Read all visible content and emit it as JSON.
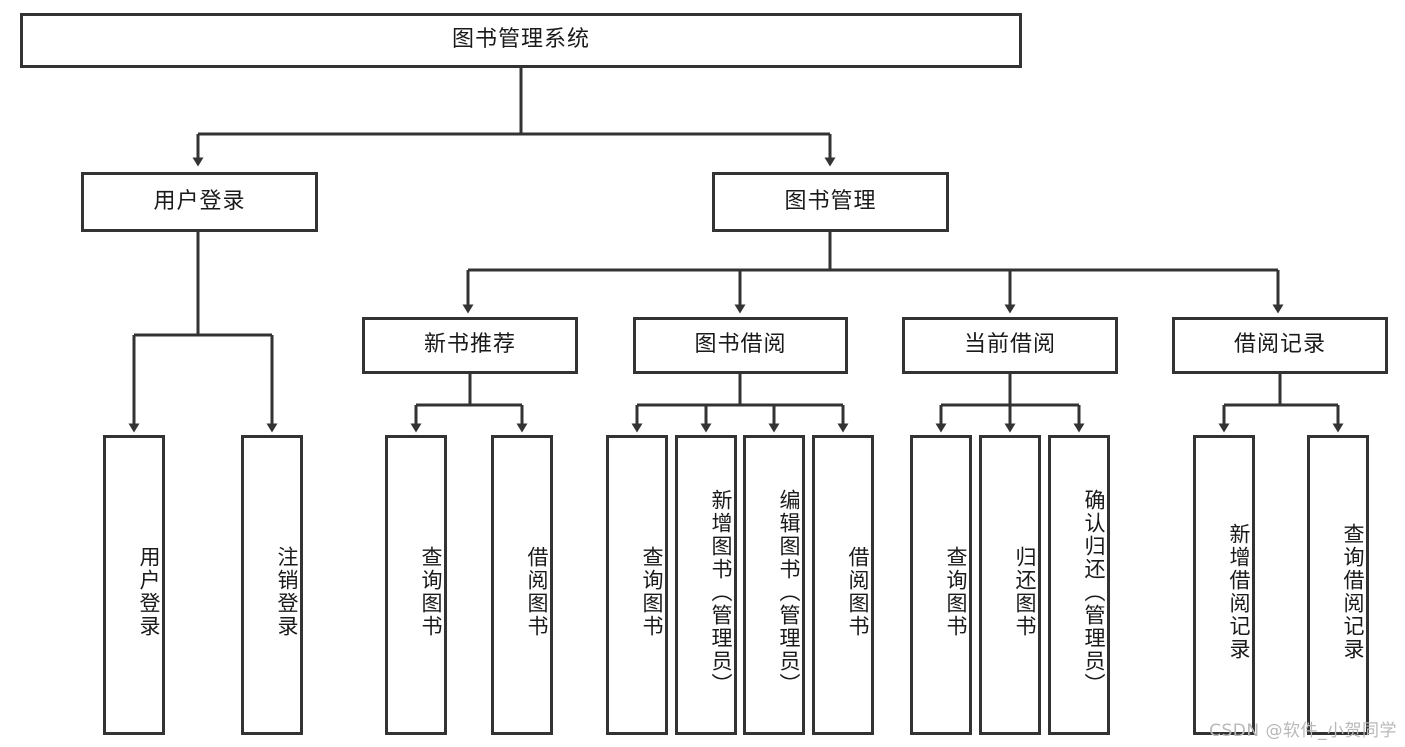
{
  "diagram": {
    "title": "图书管理系统",
    "watermark": "CSDN @软件_小贺同学",
    "style": {
      "border_color": "#333333",
      "background": "#ffffff",
      "text_color": "#1a1a1a",
      "watermark_color": "#b9b9b9"
    },
    "nodes": {
      "root": {
        "label": "图书管理系统"
      },
      "level2": [
        {
          "id": "user-login",
          "label": "用户登录"
        },
        {
          "id": "book-management",
          "label": "图书管理"
        }
      ],
      "level3": [
        {
          "id": "new-book-recommend",
          "label": "新书推荐"
        },
        {
          "id": "book-borrow",
          "label": "图书借阅"
        },
        {
          "id": "current-borrow",
          "label": "当前借阅"
        },
        {
          "id": "borrow-record",
          "label": "借阅记录"
        }
      ],
      "leaves": {
        "user-login": [
          {
            "id": "leaf-user-login",
            "label": "用户登录"
          },
          {
            "id": "leaf-logout",
            "label": "注销登录"
          }
        ],
        "new-book-recommend": [
          {
            "id": "leaf-query-book-1",
            "label": "查询图书"
          },
          {
            "id": "leaf-borrow-book-1",
            "label": "借阅图书"
          }
        ],
        "book-borrow": [
          {
            "id": "leaf-query-book-2",
            "label": "查询图书"
          },
          {
            "id": "leaf-add-book",
            "label": "新增图书（管理员）"
          },
          {
            "id": "leaf-edit-book",
            "label": "编辑图书（管理员）"
          },
          {
            "id": "leaf-borrow-book-2",
            "label": "借阅图书"
          }
        ],
        "current-borrow": [
          {
            "id": "leaf-query-book-3",
            "label": "查询图书"
          },
          {
            "id": "leaf-return-book",
            "label": "归还图书"
          },
          {
            "id": "leaf-confirm-return",
            "label": "确认归还（管理员）"
          }
        ],
        "borrow-record": [
          {
            "id": "leaf-add-record",
            "label": "新增借阅记录"
          },
          {
            "id": "leaf-query-record",
            "label": "查询借阅记录"
          }
        ]
      }
    }
  }
}
